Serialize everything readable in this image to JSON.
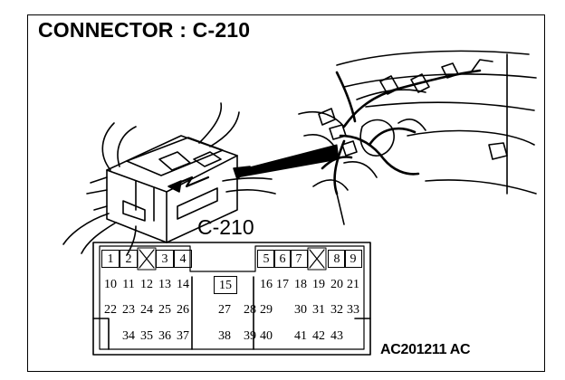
{
  "title": "CONNECTOR : C-210",
  "connector_label": "C-210",
  "figure_code": "AC201211 AC",
  "pins": {
    "p1": "1",
    "p2": "2",
    "p3": "3",
    "p4": "4",
    "p5": "5",
    "p6": "6",
    "p7": "7",
    "p8": "8",
    "p9": "9",
    "p10": "10",
    "p11": "11",
    "p12": "12",
    "p13": "13",
    "p14": "14",
    "p15": "15",
    "p16": "16",
    "p17": "17",
    "p18": "18",
    "p19": "19",
    "p20": "20",
    "p21": "21",
    "p22": "22",
    "p23": "23",
    "p24": "24",
    "p25": "25",
    "p26": "26",
    "p27": "27",
    "p28": "28",
    "p29": "29",
    "p30": "30",
    "p31": "31",
    "p32": "32",
    "p33": "33",
    "p34": "34",
    "p35": "35",
    "p36": "36",
    "p37": "37",
    "p38": "38",
    "p39": "39",
    "p40": "40",
    "p41": "41",
    "p42": "42",
    "p43": "43"
  }
}
